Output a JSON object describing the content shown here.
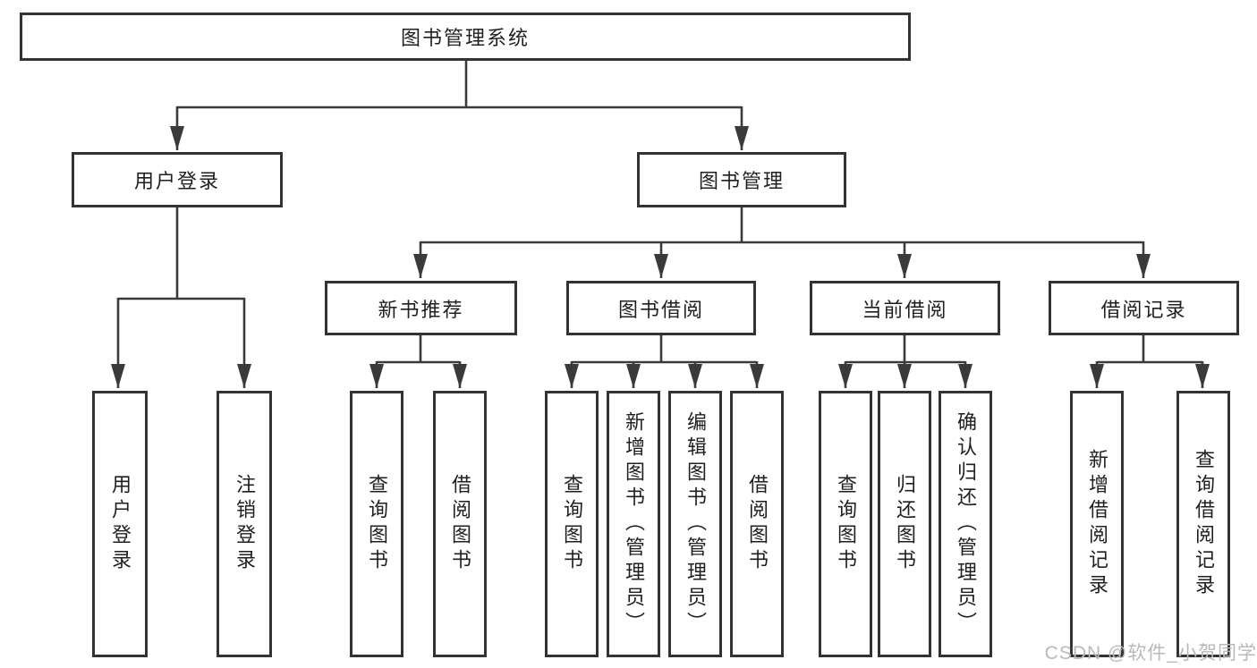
{
  "tree": {
    "root": {
      "label": "图书管理系统"
    },
    "branches": [
      {
        "label": "用户登录",
        "children": [
          {
            "label": "用户登录"
          },
          {
            "label": "注销登录"
          }
        ]
      },
      {
        "label": "图书管理",
        "groups": [
          {
            "label": "新书推荐",
            "children": [
              {
                "label": "查询图书"
              },
              {
                "label": "借阅图书"
              }
            ]
          },
          {
            "label": "图书借阅",
            "children": [
              {
                "label": "查询图书"
              },
              {
                "label": "新增图书（管理员）"
              },
              {
                "label": "编辑图书（管理员）"
              },
              {
                "label": "借阅图书"
              }
            ]
          },
          {
            "label": "当前借阅",
            "children": [
              {
                "label": "查询图书"
              },
              {
                "label": "归还图书"
              },
              {
                "label": "确认归还（管理员）"
              }
            ]
          },
          {
            "label": "借阅记录",
            "children": [
              {
                "label": "新增借阅记录"
              },
              {
                "label": "查询借阅记录"
              }
            ]
          }
        ]
      }
    ]
  },
  "watermark": "CSDN @软件_小贺同学",
  "colors": {
    "line": "#3a3a3a",
    "box_border": "#333333",
    "text": "#1f1f1f",
    "watermark": "#b9b9b9",
    "background": "#ffffff"
  }
}
